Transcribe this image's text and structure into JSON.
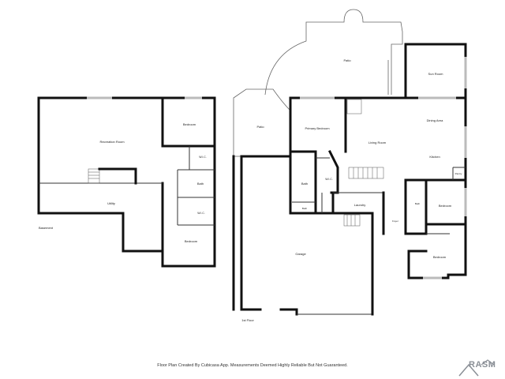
{
  "basement": {
    "label": "Basement",
    "rooms": {
      "recreation": "Recreation Room",
      "bedroom_top": "Bedroom",
      "wic_top": "W.I.C.",
      "bath": "Bath",
      "utility": "Utility",
      "wic_bottom": "W.I.C.",
      "bedroom_bottom": "Bedroom"
    }
  },
  "first_floor": {
    "label": "1st Floor",
    "rooms": {
      "patio_top": "Patio",
      "sun_room": "Sun Room",
      "patio_left": "Patio",
      "primary_bedroom": "Primary Bedroom",
      "living_room": "Living Room",
      "dining_area": "Dining Area",
      "kitchen": "Kitchen",
      "pantry": "Pantry",
      "wic": "W.I.C.",
      "bath_large": "Bath",
      "bath_small": "Bath",
      "laundry": "Laundry",
      "bath_right": "Bath",
      "bedroom_right": "Bedroom",
      "foyer": "Foyer",
      "bedroom_bottom": "Bedroom",
      "garage": "Garage"
    }
  },
  "footer": {
    "disclaimer": "Floor Plan Created By Cubicasa App. Measurements Deemed Highly Reliable But Not Guaranteed."
  },
  "brand": {
    "name": "RASM",
    "logo_color": "#8a8f96"
  }
}
